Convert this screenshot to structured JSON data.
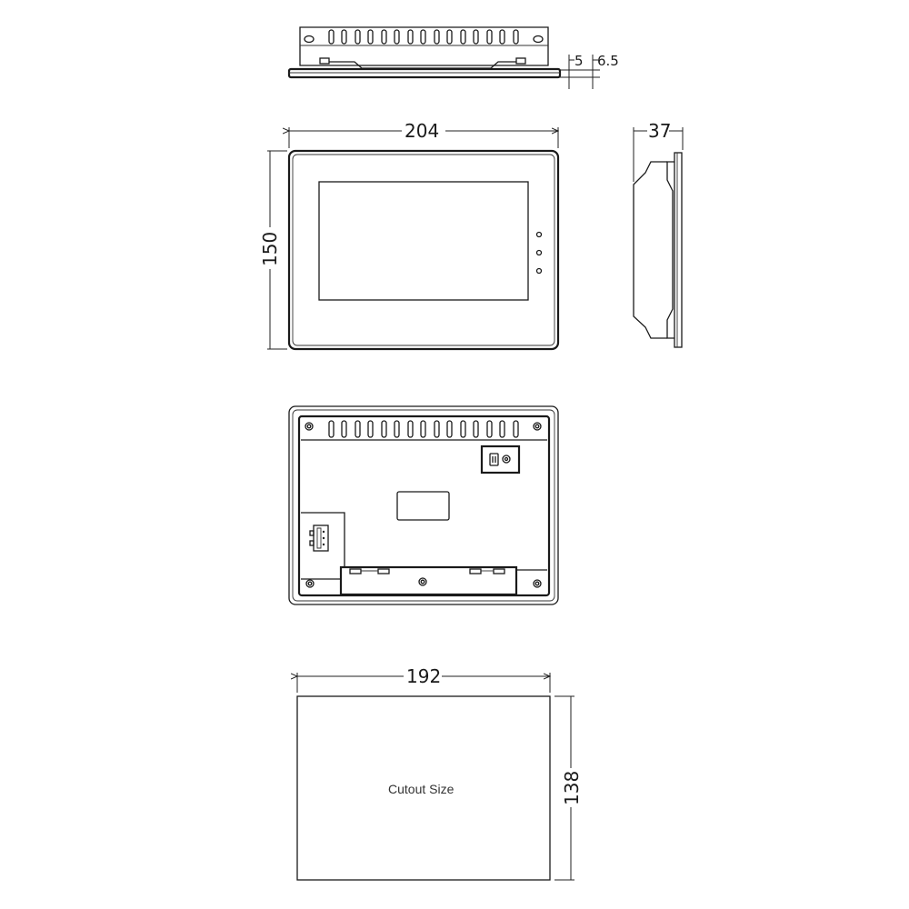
{
  "drawing": {
    "top_view": {
      "dimensions": {
        "depth_front": "5",
        "depth_bezel": "6.5"
      }
    },
    "front_view": {
      "dimensions": {
        "width": "204",
        "height": "150"
      },
      "indicator_leds": 3
    },
    "side_view": {
      "dimensions": {
        "depth": "37"
      }
    },
    "rear_view": {
      "vent_slots": 15,
      "screws": 5
    },
    "cutout_view": {
      "label": "Cutout Size",
      "dimensions": {
        "width": "192",
        "height": "138"
      }
    }
  },
  "colors": {
    "line": "#1a1a1a",
    "background": "#ffffff"
  }
}
